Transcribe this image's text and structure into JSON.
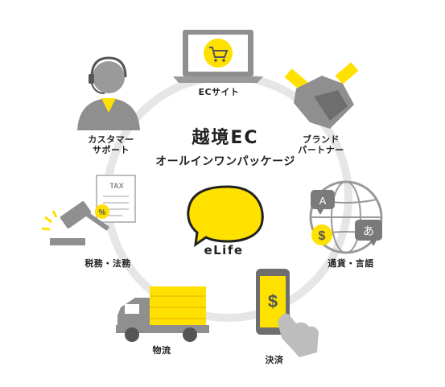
{
  "center": {
    "title": "越境EC",
    "subtitle": "オールインワンパッケージ",
    "brand": "eLife"
  },
  "nodes": [
    {
      "id": "ec-site",
      "label": "ECサイト",
      "icon": "laptop-cart-icon"
    },
    {
      "id": "brand-partner",
      "label_line1": "ブランド",
      "label_line2": "パートナー",
      "icon": "handshake-icon"
    },
    {
      "id": "currency-language",
      "label": "通貨・言語",
      "icon": "globe-icon"
    },
    {
      "id": "payment",
      "label": "決済",
      "icon": "smartphone-dollar-icon"
    },
    {
      "id": "logistics",
      "label": "物流",
      "icon": "truck-icon"
    },
    {
      "id": "tax-legal",
      "label": "税務・法務",
      "icon": "gavel-tax-icon"
    },
    {
      "id": "customer-support",
      "label_line1": "カスタマー",
      "label_line2": "サポート",
      "icon": "operator-icon"
    }
  ],
  "icon_text": {
    "tax_doc": "TAX",
    "percent": "%",
    "dollar": "$",
    "letter_a": "A",
    "letter_hiragana": "あ"
  },
  "colors": {
    "accent": "#FFE100",
    "gray": "#9A9A9A",
    "dark_gray": "#6E6E6E",
    "ring": "#E6E6E6"
  }
}
